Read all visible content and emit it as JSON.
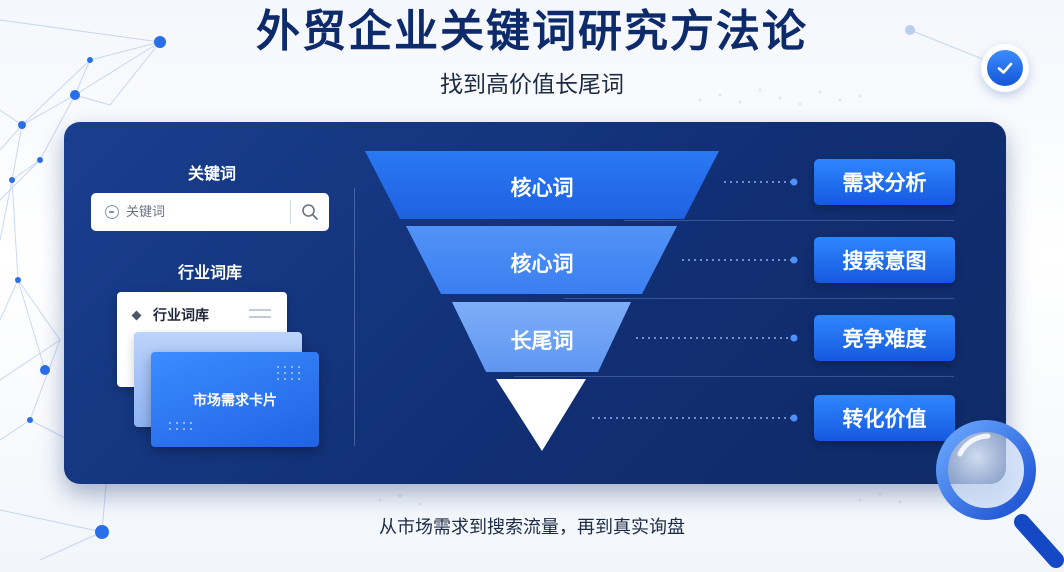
{
  "header": {
    "title": "外贸企业关键词研究方法论",
    "subtitle": "找到高价值长尾词"
  },
  "left_panel": {
    "keyword_label": "关键词",
    "search": {
      "placeholder": "关键词"
    },
    "library_label": "行业词库",
    "cards": {
      "front_label": "行业词库",
      "top_label": "市场需求卡片"
    }
  },
  "funnel": {
    "tiers": [
      {
        "label": "核心词",
        "color": "#2a74f2"
      },
      {
        "label": "核心词",
        "color": "#4c8cf5"
      },
      {
        "label": "长尾词",
        "color": "#6fa2f6"
      },
      {
        "label": "",
        "color": "#ffffff"
      }
    ]
  },
  "tags": [
    "需求分析",
    "搜索意图",
    "竞争难度",
    "转化价值"
  ],
  "footer": {
    "caption": "从市场需求到搜索流量，再到真实询盘"
  },
  "icons": [
    "check-icon",
    "search-icon",
    "magnifier-icon"
  ],
  "colors": {
    "panel": "#132f74",
    "accent": "#1f6bff",
    "title": "#0d2a6b"
  }
}
